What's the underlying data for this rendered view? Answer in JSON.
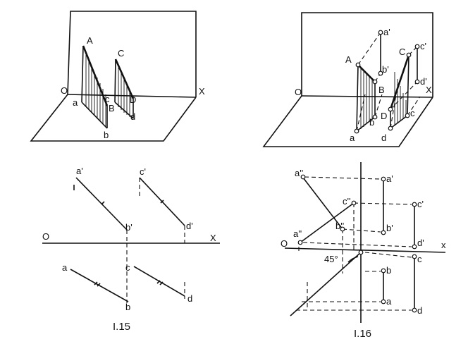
{
  "figures": {
    "top_left": {
      "labels": {
        "A": "A",
        "B": "B",
        "C": "C",
        "D": "D",
        "a": "a",
        "b": "b",
        "c": "c",
        "d": "d",
        "O": "O",
        "X": "X"
      }
    },
    "top_right": {
      "labels": {
        "A": "A",
        "B": "B",
        "C": "C",
        "D": "D",
        "a": "a",
        "b": "b",
        "c": "c",
        "d": "d",
        "a_p": "a'",
        "b_p": "b'",
        "c_p": "c'",
        "d_p": "d'",
        "O": "O",
        "X": "X"
      }
    },
    "bottom_left": {
      "caption": "I.15",
      "labels": {
        "a_p": "a'",
        "b_p": "b'",
        "c_p": "c'",
        "d_p": "d'",
        "a": "a",
        "b": "b",
        "c": "c",
        "d": "d",
        "O": "O",
        "X": "X"
      }
    },
    "bottom_right": {
      "caption": "I.16",
      "angle": "45°",
      "labels": {
        "a_pp": "a''",
        "b_pp": "b''",
        "c_pp": "c''",
        "a_pp2": "a''",
        "a_p": "a'",
        "b_p": "b'",
        "c_p": "c'",
        "d_p": "d'",
        "a": "a",
        "b": "b",
        "c": "c",
        "d": "d",
        "O": "O",
        "X": "x"
      }
    }
  }
}
